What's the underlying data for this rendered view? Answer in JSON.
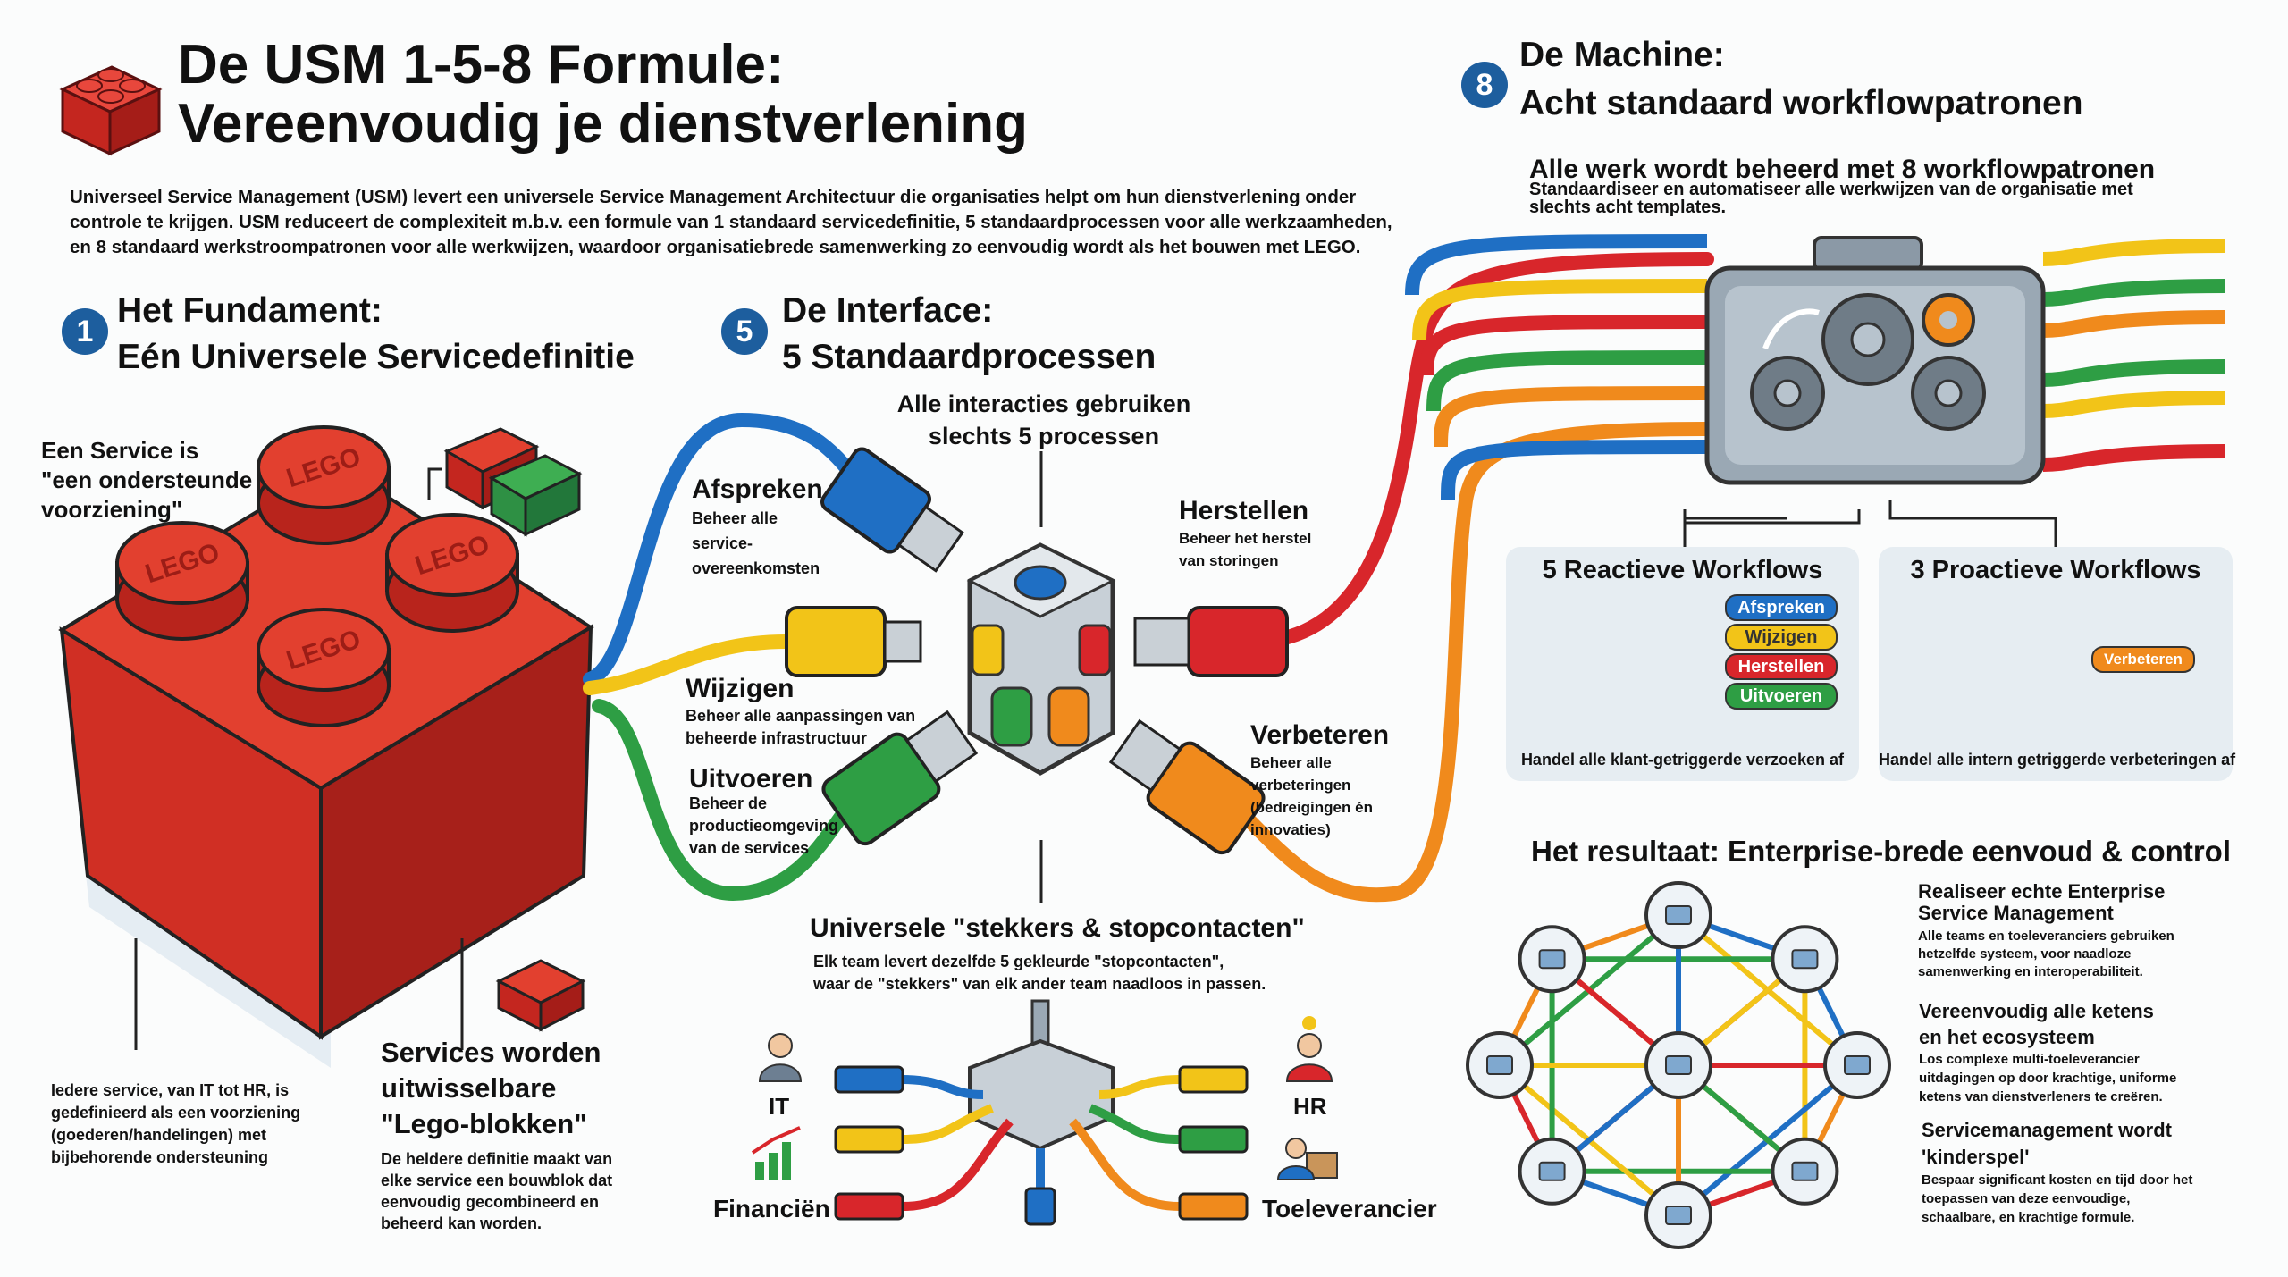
{
  "header": {
    "title_line1": "De USM 1-5-8 Formule:",
    "title_line2": "Vereenvoudig je dienstverlening",
    "intro": [
      "Universeel Service Management (USM) levert een universele Service Management Architectuur die organisaties helpt om hun dienstverlening onder",
      "controle te krijgen. USM reduceert de complexiteit m.b.v. een formule van 1 standaard servicedefinitie, 5 standaardprocessen voor alle werkzaamheden,",
      "en 8 standaard werkstroompatronen voor alle werkwijzen, waardoor organisatiebrede samenwerking zo eenvoudig wordt als het bouwen met LEGO."
    ]
  },
  "colors": {
    "blue": "#1f6fc4",
    "yellow": "#f2c418",
    "red": "#d8262b",
    "green": "#2e9e44",
    "orange": "#f08a1c",
    "badge": "#1d5e9e",
    "lego": "#d9302a"
  },
  "fundament": {
    "badge": "1",
    "title_line1": "Het Fundament:",
    "title_line2": "Eén Universele Servicedefinitie",
    "service_is": [
      "Een Service is",
      "\"een ondersteunde",
      "voorziening\""
    ],
    "lego_text": "LEGO",
    "iedere": [
      "Iedere service, van IT tot HR, is",
      "gedefinieerd als een voorziening",
      "(goederen/handelingen) met",
      "bijbehorende ondersteuning"
    ],
    "blokken_title": [
      "Services worden",
      "uitwisselbare",
      "\"Lego-blokken\""
    ],
    "blokken_text": [
      "De heldere definitie maakt van",
      "elke service een bouwblok dat",
      "eenvoudig gecombineerd en",
      "beheerd kan worden."
    ]
  },
  "interface": {
    "badge": "5",
    "title_line1": "De Interface:",
    "title_line2": "5 Standaardprocessen",
    "callout": [
      "Alle interacties gebruiken",
      "slechts 5 processen"
    ],
    "processes": [
      {
        "name": "Afspreken",
        "desc": [
          "Beheer alle",
          "service-",
          "overeenkomsten"
        ],
        "color": "blue"
      },
      {
        "name": "Herstellen",
        "desc": [
          "Beheer het herstel",
          "van storingen"
        ],
        "color": "red"
      },
      {
        "name": "Wijzigen",
        "desc": [
          "Beheer alle aanpassingen van",
          "beheerde infrastructuur"
        ],
        "color": "yellow"
      },
      {
        "name": "Uitvoeren",
        "desc": [
          "Beheer de",
          "productieomgeving",
          "van de services"
        ],
        "color": "green"
      },
      {
        "name": "Verbeteren",
        "desc": [
          "Beheer alle",
          "verbeteringen",
          "(bedreigingen én",
          "innovaties)"
        ],
        "color": "orange"
      }
    ],
    "universal_title": "Universele \"stekkers & stopcontacten\"",
    "universal_text": [
      "Elk team levert dezelfde 5 gekleurde \"stopcontacten\",",
      "waar de \"stekkers\" van elk ander team naadloos in passen."
    ],
    "teams": [
      "IT",
      "HR",
      "Financiën",
      "Toeleverancier"
    ]
  },
  "machine": {
    "badge": "8",
    "title_line1": "De Machine:",
    "title_line2": "Acht standaard workflowpatronen",
    "subtitle": "Alle werk wordt beheerd met 8 workflowpatronen",
    "subtext": [
      "Standaardiseer en automatiseer alle werkwijzen van de organisatie met",
      "slechts acht templates."
    ],
    "reactive": {
      "title": "5 Reactieve Workflows",
      "items": [
        {
          "label": "Afspreken",
          "color": "blue"
        },
        {
          "label": "Wijzigen",
          "color": "yellow"
        },
        {
          "label": "Herstellen",
          "color": "red"
        },
        {
          "label": "Uitvoeren",
          "color": "green"
        }
      ],
      "caption": "Handel alle klant-getriggerde verzoeken af"
    },
    "proactive": {
      "title": "3 Proactieve Workflows",
      "items": [
        {
          "label": "Verbeteren",
          "color": "orange"
        }
      ],
      "caption": "Handel alle intern getriggerde verbeteringen af"
    }
  },
  "result": {
    "title": "Het resultaat: Enterprise-brede eenvoud & control",
    "points": [
      {
        "title": [
          "Realiseer echte Enterprise",
          "Service Management"
        ],
        "text": [
          "Alle teams en toeleveranciers gebruiken",
          "hetzelfde systeem, voor naadloze",
          "samenwerking en interoperabiliteit."
        ]
      },
      {
        "title": [
          "Vereenvoudig alle ketens",
          "en het ecosysteem"
        ],
        "text": [
          "Los complexe multi-toeleverancier",
          "uitdagingen op door krachtige, uniforme",
          "ketens van dienstverleners te creëren."
        ]
      },
      {
        "title": [
          "Servicemanagement wordt",
          "'kinderspel'"
        ],
        "text": [
          "Bespaar significant kosten en tijd door het",
          "toepassen van deze eenvoudige,",
          "schaalbare, en krachtige formule."
        ]
      }
    ]
  }
}
